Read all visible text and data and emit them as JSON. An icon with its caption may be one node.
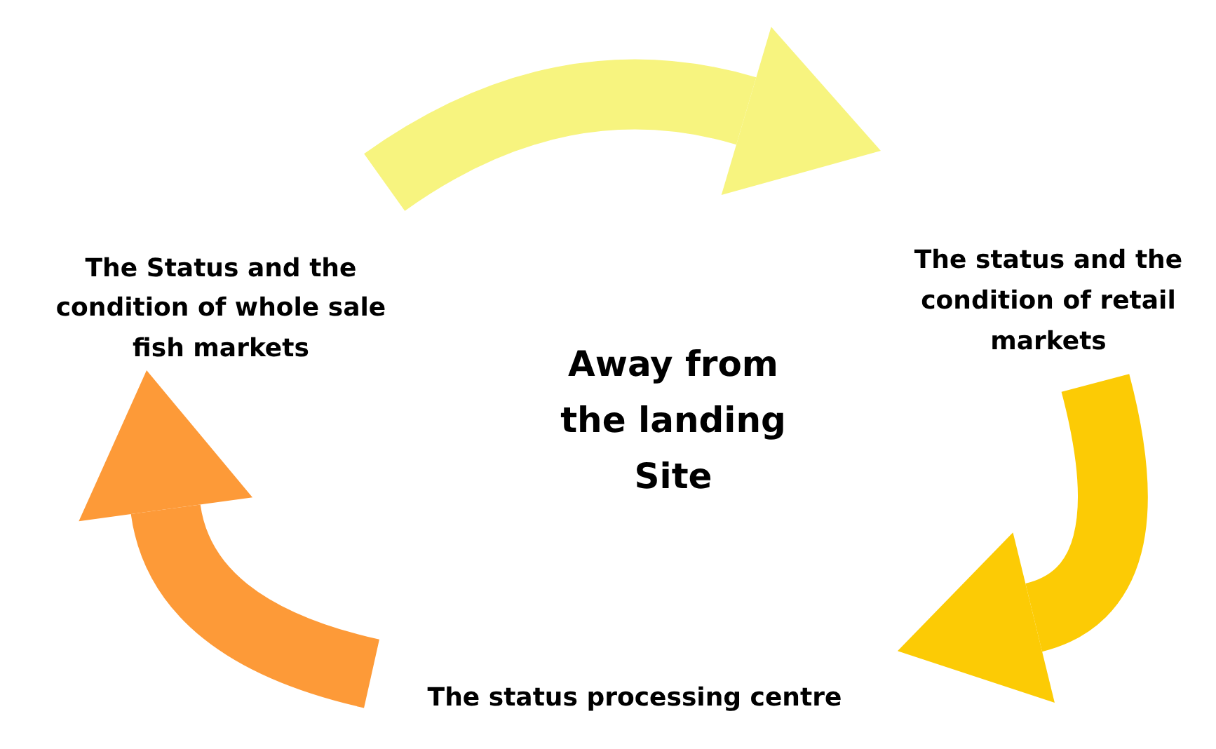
{
  "diagram": {
    "nodes": [
      {
        "text": [
          "Away from the landing Site"
        ]
      },
      {
        "text": [
          "The Status and the condition of whole sale fish markets"
        ]
      },
      {
        "text": [
          "The status and the condition of retail markets"
        ]
      },
      {
        "text": [
          "The status processing centre"
        ]
      }
    ],
    "edges": [
      {
        "from": 1,
        "to": 2,
        "arrow": "to",
        "color": "#f7f47f"
      },
      {
        "from": 2,
        "to": 3,
        "arrow": "to",
        "color": "#fccb05"
      },
      {
        "from": 3,
        "to": 1,
        "arrow": "to",
        "color": "#fd9a38"
      }
    ]
  }
}
